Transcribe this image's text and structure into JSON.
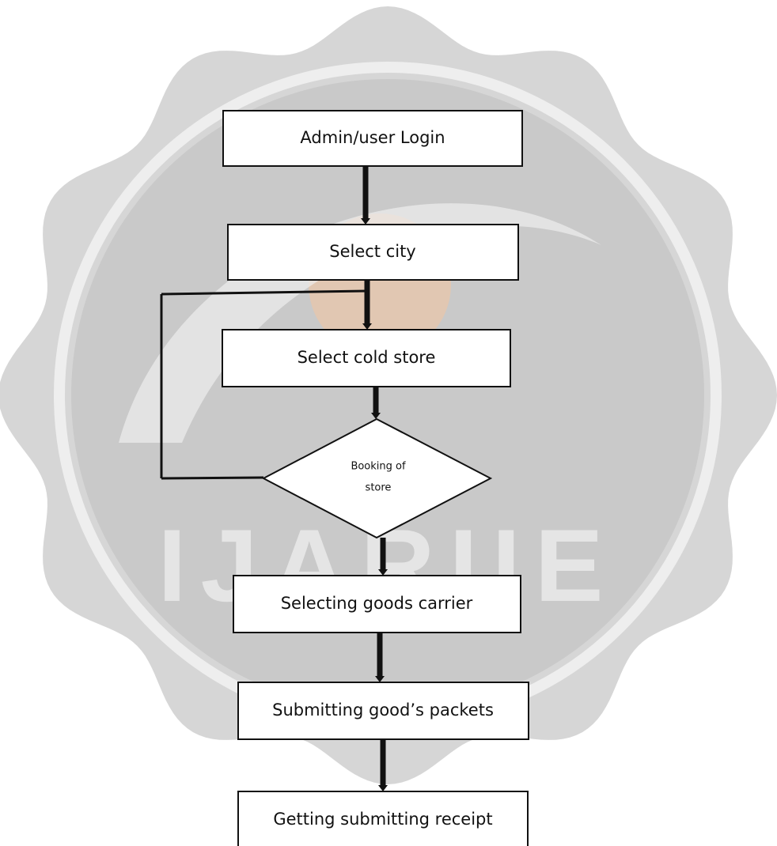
{
  "colors": {
    "background": "#ffffff",
    "watermark_fill": "#d6d6d6",
    "watermark_inner": "#c9c9c9",
    "watermark_ring": "#eeeeee",
    "watermark_accent": "#f2c7a3",
    "stroke": "#111111",
    "box_fill": "#ffffff"
  },
  "nodes": {
    "login": {
      "label": "Admin/user Login"
    },
    "city": {
      "label": "Select city"
    },
    "cold_store": {
      "label": "Select cold store"
    },
    "booking": {
      "line1": "Booking of",
      "line2": "store"
    },
    "carrier": {
      "label": "Selecting goods carrier"
    },
    "packets": {
      "label": "Submitting good’s packets"
    },
    "receipt": {
      "label": "Getting submitting receipt"
    }
  },
  "watermark": {
    "icon": "seal-badge-icon",
    "text": "IJARIIE"
  }
}
